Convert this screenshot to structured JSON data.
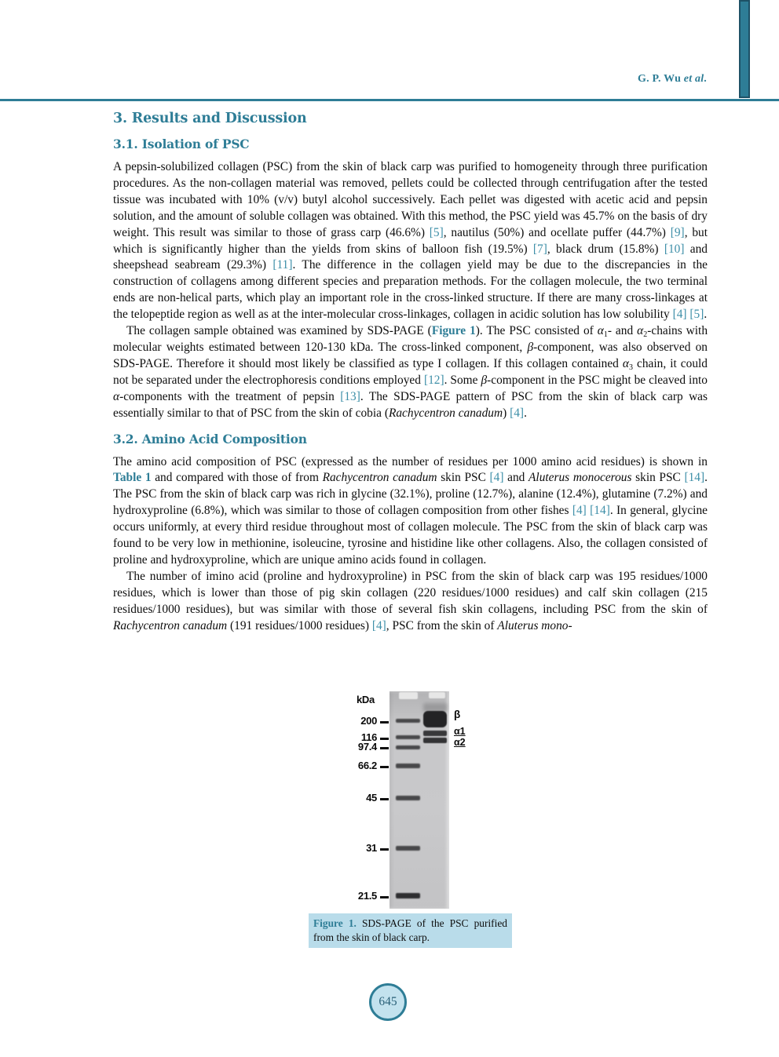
{
  "header": {
    "running_head": [
      {
        "t": "G. P. Wu "
      },
      {
        "t": "et al",
        "c": "it"
      },
      {
        "t": "."
      }
    ]
  },
  "colors": {
    "accent": "#2e7d96",
    "citation": "#3e8fa8",
    "caption_background": "#b9dcea",
    "page_circle_fill": "#c3e2ee"
  },
  "sections": {
    "main_title": "3. Results and Discussion",
    "sub1_title": "3.1. Isolation of PSC",
    "p1": [
      {
        "t": "A pepsin-solubilized collagen (PSC) from the skin of black carp was purified to homogeneity through three purification procedures. As the non-collagen material was removed, pellets could be collected through centrifugation after the tested tissue was incubated with 10% (v/v) butyl alcohol successively. Each pellet was digested with acetic acid and pepsin solution, and the amount of soluble collagen was obtained. With this method, the PSC yield was 45.7% on the basis of dry weight. This result was similar to those of grass carp (46.6%) "
      },
      {
        "t": "[5]",
        "c": "cite"
      },
      {
        "t": ", nautilus (50%) and ocellate puffer (44.7%) "
      },
      {
        "t": "[9]",
        "c": "cite"
      },
      {
        "t": ", but which is significantly higher than the yields from skins of balloon fish (19.5%) "
      },
      {
        "t": "[7]",
        "c": "cite"
      },
      {
        "t": ", black drum (15.8%) "
      },
      {
        "t": "[10]",
        "c": "cite"
      },
      {
        "t": " and sheepshead seabream (29.3%) "
      },
      {
        "t": "[11]",
        "c": "cite"
      },
      {
        "t": ". The difference in the collagen yield may be due to the discrepancies in the construction of collagens among different species and preparation methods. For the collagen molecule, the two terminal ends are non-helical parts, which play an important role in the cross-linked structure. If there are many cross-linkages at the telopeptide region as well as at the inter-molecular cross-linkages, collagen in acidic solution has low solubility "
      },
      {
        "t": "[4]",
        "c": "cite"
      },
      {
        "t": " "
      },
      {
        "t": "[5]",
        "c": "cite"
      },
      {
        "t": "."
      }
    ],
    "p2": [
      {
        "t": "The collagen sample obtained was examined by SDS-PAGE ("
      },
      {
        "t": "Figure 1",
        "c": "ref"
      },
      {
        "t": "). The PSC consisted of "
      },
      {
        "t": "α",
        "c": "it"
      },
      {
        "t": "1",
        "c": "sub"
      },
      {
        "t": "- and "
      },
      {
        "t": "α",
        "c": "it"
      },
      {
        "t": "2",
        "c": "sub"
      },
      {
        "t": "-chains with molecular weights estimated between 120-130 kDa. The cross-linked component, "
      },
      {
        "t": "β",
        "c": "it"
      },
      {
        "t": "-component, was also observed on SDS-PAGE. Therefore it should most likely be classified as type I collagen. If this collagen contained "
      },
      {
        "t": "α",
        "c": "it"
      },
      {
        "t": "3",
        "c": "sub"
      },
      {
        "t": " chain, it could not be separated under the electrophoresis conditions employed "
      },
      {
        "t": "[12]",
        "c": "cite"
      },
      {
        "t": ". Some "
      },
      {
        "t": "β",
        "c": "it"
      },
      {
        "t": "-component in the PSC might be cleaved into "
      },
      {
        "t": "α",
        "c": "it"
      },
      {
        "t": "-components with the treatment of pepsin "
      },
      {
        "t": "[13]",
        "c": "cite"
      },
      {
        "t": ". The SDS-PAGE pattern of PSC from the skin of black carp was essentially similar to that of PSC from the skin of cobia ("
      },
      {
        "t": "Rachycentron canadum",
        "c": "it"
      },
      {
        "t": ") "
      },
      {
        "t": "[4]",
        "c": "cite"
      },
      {
        "t": "."
      }
    ],
    "sub2_title": "3.2. Amino Acid Composition",
    "p3": [
      {
        "t": "The amino acid composition of PSC (expressed as the number of residues per 1000 amino acid residues) is shown in "
      },
      {
        "t": "Table 1",
        "c": "ref"
      },
      {
        "t": " and compared with those of from "
      },
      {
        "t": "Rachycentron canadum",
        "c": "it"
      },
      {
        "t": " skin PSC "
      },
      {
        "t": "[4]",
        "c": "cite"
      },
      {
        "t": " and "
      },
      {
        "t": "Aluterus monocerous",
        "c": "it"
      },
      {
        "t": " skin PSC "
      },
      {
        "t": "[14]",
        "c": "cite"
      },
      {
        "t": ". The PSC from the skin of black carp was rich in glycine (32.1%), proline (12.7%), alanine (12.4%), glutamine (7.2%) and hydroxyproline (6.8%), which was similar to those of collagen composition from other fishes "
      },
      {
        "t": "[4]",
        "c": "cite"
      },
      {
        "t": " "
      },
      {
        "t": "[14]",
        "c": "cite"
      },
      {
        "t": ". In general, glycine occurs uniformly, at every third residue throughout most of collagen molecule. The PSC from the skin of black carp was found to be very low in methionine, isoleucine, tyrosine and histidine like other collagens. Also, the collagen consisted of proline and hydroxyproline, which are unique amino acids found in collagen."
      }
    ],
    "p4": [
      {
        "t": "The number of imino acid (proline and hydroxyproline) in PSC from the skin of black carp was 195 residues/1000 residues, which is lower than those of pig skin collagen (220 residues/1000 residues) and calf skin collagen (215 residues/1000 residues), but was similar with those of several fish skin collagens, including PSC from the skin of "
      },
      {
        "t": "Rachycentron canadum",
        "c": "it"
      },
      {
        "t": " (191 residues/1000 residues) "
      },
      {
        "t": "[4]",
        "c": "cite"
      },
      {
        "t": ", PSC from the skin of "
      },
      {
        "t": "Aluterus mono-",
        "c": "it"
      }
    ]
  },
  "figure": {
    "units_label": "kDa",
    "marker_labels": [
      "200",
      "116",
      "97.4",
      "66.2",
      "45",
      "31",
      "21.5"
    ],
    "band_labels": [
      "β",
      "α1",
      "α2"
    ],
    "caption_label": "Figure 1.",
    "caption_text": " SDS-PAGE of the PSC purified from the skin of black carp."
  },
  "footer": {
    "page_number": "645"
  }
}
